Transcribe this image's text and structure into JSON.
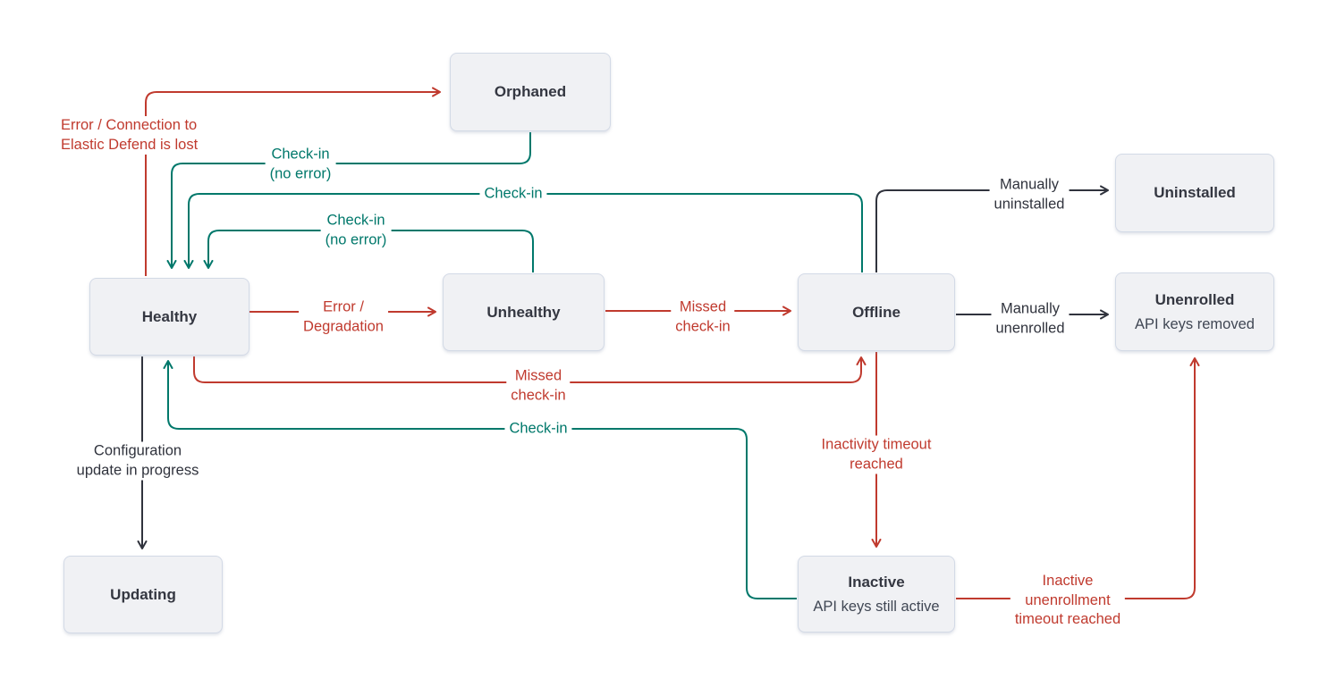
{
  "diagram": {
    "title": "Elastic Agent status state diagram",
    "colors": {
      "error": "#c03a2e",
      "success": "#00786b",
      "neutral": "#30333d",
      "node_fill": "#f0f1f4",
      "node_border": "#d3dae6",
      "node_text": "#343741"
    },
    "nodes": {
      "orphaned": {
        "label": "Orphaned"
      },
      "uninstalled": {
        "label": "Uninstalled"
      },
      "healthy": {
        "label": "Healthy"
      },
      "unhealthy": {
        "label": "Unhealthy"
      },
      "offline": {
        "label": "Offline"
      },
      "unenrolled": {
        "label": "Unenrolled",
        "sublabel": "API keys removed"
      },
      "updating": {
        "label": "Updating"
      },
      "inactive": {
        "label": "Inactive",
        "sublabel": "API keys still active"
      }
    },
    "edges": {
      "healthy_to_orphaned": {
        "label": "Error / Connection to\nElastic Defend is lost",
        "color": "#c03a2e"
      },
      "orphaned_to_healthy": {
        "label": "Check-in\n(no error)",
        "color": "#00786b"
      },
      "offline_to_healthy": {
        "label": "Check-in",
        "color": "#00786b"
      },
      "unhealthy_to_healthy": {
        "label": "Check-in\n(no error)",
        "color": "#00786b"
      },
      "healthy_to_unhealthy": {
        "label": "Error /\nDegradation",
        "color": "#c03a2e"
      },
      "unhealthy_to_offline": {
        "label": "Missed\ncheck-in",
        "color": "#c03a2e"
      },
      "healthy_to_offline": {
        "label": "Missed\ncheck-in",
        "color": "#c03a2e"
      },
      "inactive_to_healthy": {
        "label": "Check-in",
        "color": "#00786b"
      },
      "healthy_to_updating": {
        "label": "Configuration\nupdate in progress",
        "color": "#30333d"
      },
      "offline_to_uninstalled": {
        "label": "Manually\nuninstalled",
        "color": "#30333d"
      },
      "offline_to_unenrolled": {
        "label": "Manually\nunenrolled",
        "color": "#30333d"
      },
      "offline_to_inactive": {
        "label": "Inactivity timeout\nreached",
        "color": "#c03a2e"
      },
      "inactive_to_unenrolled": {
        "label": "Inactive\nunenrollment\ntimeout reached",
        "color": "#c03a2e"
      }
    }
  }
}
